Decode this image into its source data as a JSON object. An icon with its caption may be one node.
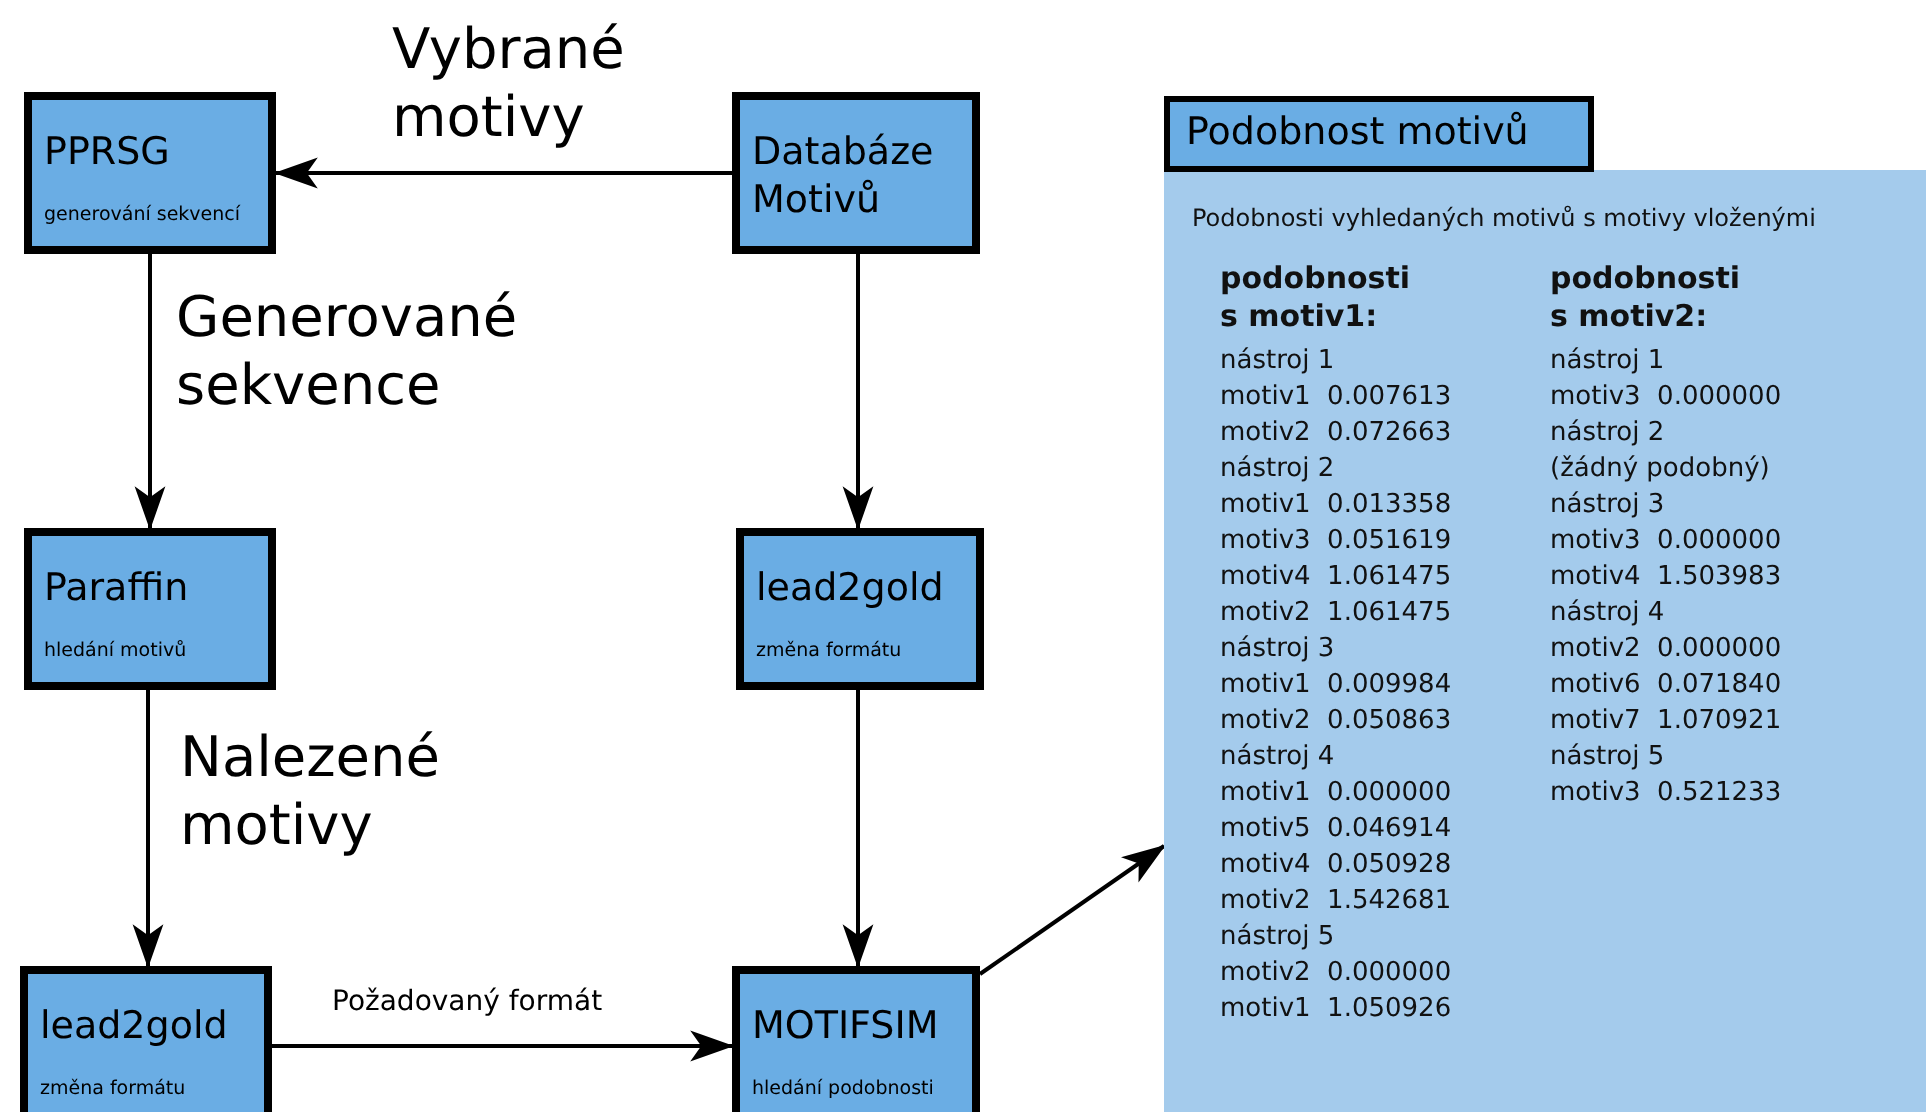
{
  "diagram": {
    "nodes": [
      {
        "text": [
          "PPRSG",
          "generování sekvencí"
        ]
      },
      {
        "text": [
          "Databáze Motivů"
        ]
      },
      {
        "text": [
          "Paraffin",
          "hledání motivů"
        ]
      },
      {
        "text": [
          "lead2gold",
          "změna formátu"
        ]
      },
      {
        "text": [
          "lead2gold",
          "změna formátu"
        ]
      },
      {
        "text": [
          "MOTIFSIM",
          "hledání podobnosti"
        ]
      },
      {
        "text": [
          "Podobnost motivů",
          "Podobnosti vyhledaných motivů s motivy vloženými"
        ]
      }
    ],
    "edges": [
      {
        "from": 1,
        "to": 0,
        "arrow": "to",
        "label": "Vybrané motivy"
      },
      {
        "from": 0,
        "to": 2,
        "arrow": "to",
        "label": "Generované sekvence"
      },
      {
        "from": 1,
        "to": 3,
        "arrow": "to"
      },
      {
        "from": 2,
        "to": 4,
        "arrow": "to",
        "label": "Nalezené motivy"
      },
      {
        "from": 3,
        "to": 5,
        "arrow": "to"
      },
      {
        "from": 4,
        "to": 5,
        "arrow": "to",
        "label": "Požadovaný formát"
      },
      {
        "from": 5,
        "to": 6,
        "arrow": "to"
      }
    ],
    "labels": [
      "podobnosti s motiv1:",
      "nástroj 1",
      "motiv1  0.007613",
      "motiv2  0.072663",
      "nástroj 2",
      "motiv1  0.013358",
      "motiv3  0.051619",
      "motiv4  1.061475",
      "motiv2  1.061475",
      "nástroj 3",
      "motiv1  0.009984",
      "motiv2  0.050863",
      "nástroj 4",
      "motiv1  0.000000",
      "motiv5  0.046914",
      "motiv4  0.050928",
      "motiv2  1.542681",
      "nástroj 5",
      "motiv2  0.000000",
      "motiv1  1.050926",
      "podobnosti s motiv2:",
      "nástroj 1",
      "motiv3  0.000000",
      "nástroj 2",
      "(žádný podobný)",
      "nástroj 3",
      "motiv3  0.000000",
      "motiv4  1.503983",
      "nástroj 4",
      "motiv2  0.000000",
      "motiv6  0.071840",
      "motiv7  1.070921",
      "nástroj 5",
      "motiv3  0.521233"
    ]
  }
}
